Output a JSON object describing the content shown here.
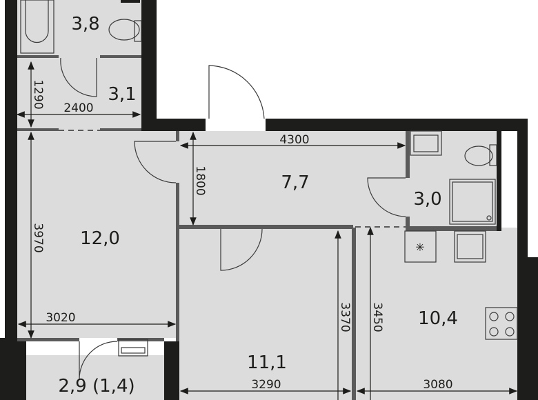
{
  "rooms": {
    "bathroom_top": "3,8",
    "corridor_top": "3,1",
    "room_left": "12,0",
    "hallway": "7,7",
    "bathroom_right": "3,0",
    "bedroom": "11,1",
    "kitchen": "10,4",
    "loggia": "2,9 (1,4)"
  },
  "dimensions": {
    "corridor_height": "1290",
    "corridor_width": "2400",
    "room_left_height": "3970",
    "room_left_width": "3020",
    "hallway_width": "4300",
    "hallway_height": "1800",
    "bedroom_width": "3290",
    "bedroom_height": "3370",
    "kitchen_height": "3450",
    "kitchen_width": "3080"
  },
  "colors": {
    "floor": "#dcdcdc",
    "wall": "#1d1d1b",
    "partition": "#5a5a5a"
  }
}
